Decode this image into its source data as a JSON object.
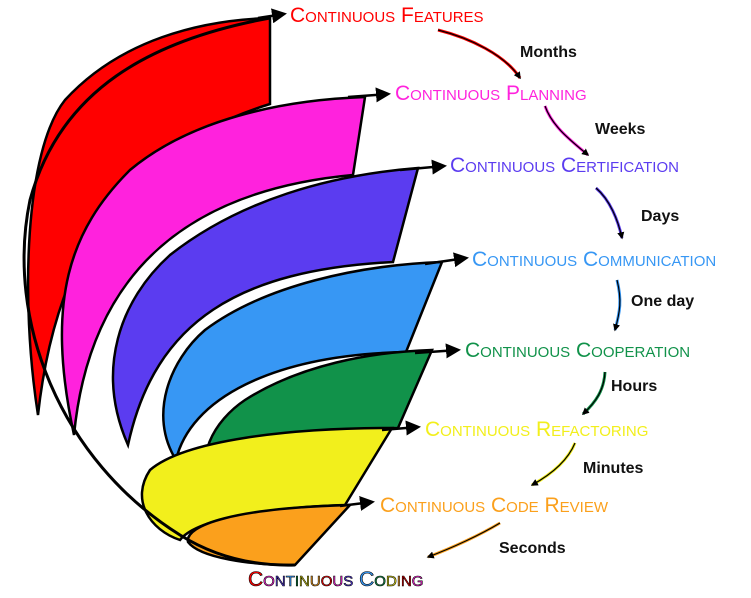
{
  "stages": [
    {
      "label": "Continuous Features",
      "color": "#ff0000"
    },
    {
      "label": "Continuous Planning",
      "color": "#ff22dd"
    },
    {
      "label": "Continuous Certification",
      "color": "#5b3cf0"
    },
    {
      "label": "Continuous Communication",
      "color": "#3797f4"
    },
    {
      "label": "Continuous Cooperation",
      "color": "#11924a"
    },
    {
      "label": "Continuous Refactoring",
      "color": "#f2ef1c"
    },
    {
      "label": "Continuous Code Review",
      "color": "#fba01c"
    }
  ],
  "final_stage": {
    "label": "Continuous Coding",
    "letter_colors": [
      "#ff0000",
      "#ff22dd",
      "#5b3cf0",
      "#3797f4",
      "#11924a",
      "#f2ef1c",
      "#fba01c",
      "#ff0000",
      "#ff22dd",
      "#5b3cf0",
      "#3797f4",
      "#11924a",
      "#f2ef1c",
      "#fba01c",
      "#ff0000",
      "#ff22dd",
      "#5b3cf0"
    ]
  },
  "intervals": [
    "Months",
    "Weeks",
    "Days",
    "One day",
    "Hours",
    "Minutes",
    "Seconds"
  ]
}
